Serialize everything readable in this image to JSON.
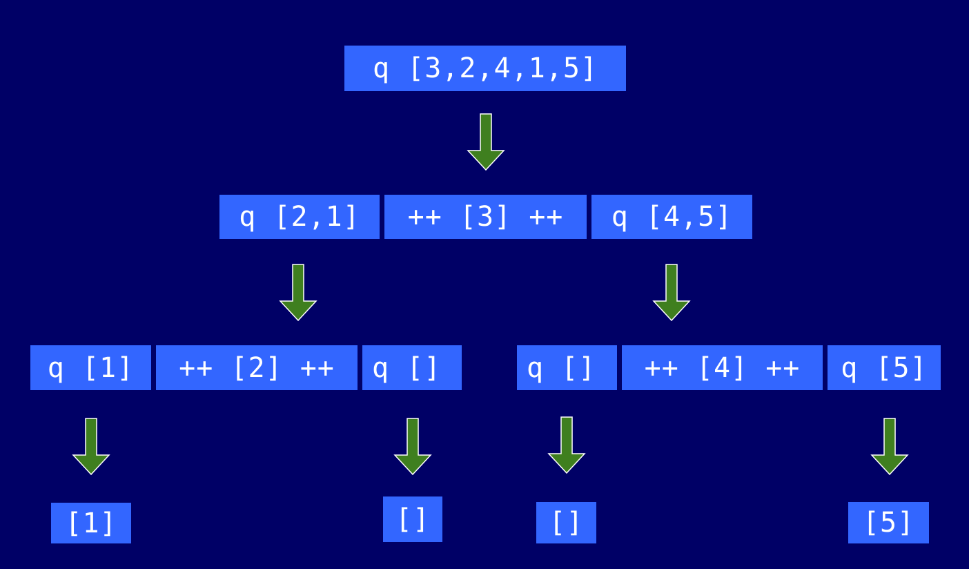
{
  "colors": {
    "background": "#000066",
    "box": "#3366ff",
    "text": "#ffffff",
    "arrow_fill": "#3f7f1f",
    "arrow_stroke": "#ffffff"
  },
  "level0": {
    "root": "q [3,2,4,1,5]"
  },
  "level1": {
    "left": "q [2,1]",
    "middle": "++ [3] ++",
    "right": "q [4,5]"
  },
  "level2": {
    "left_group": {
      "left": "q [1]",
      "middle": "++ [2] ++",
      "right": "q []"
    },
    "right_group": {
      "left": "q []",
      "middle": "++ [4] ++",
      "right": "q [5]"
    }
  },
  "level3": {
    "result_1": "[1]",
    "result_2": "[]",
    "result_3": "[]",
    "result_4": "[5]"
  },
  "arrow_icon": "down-arrow-icon"
}
